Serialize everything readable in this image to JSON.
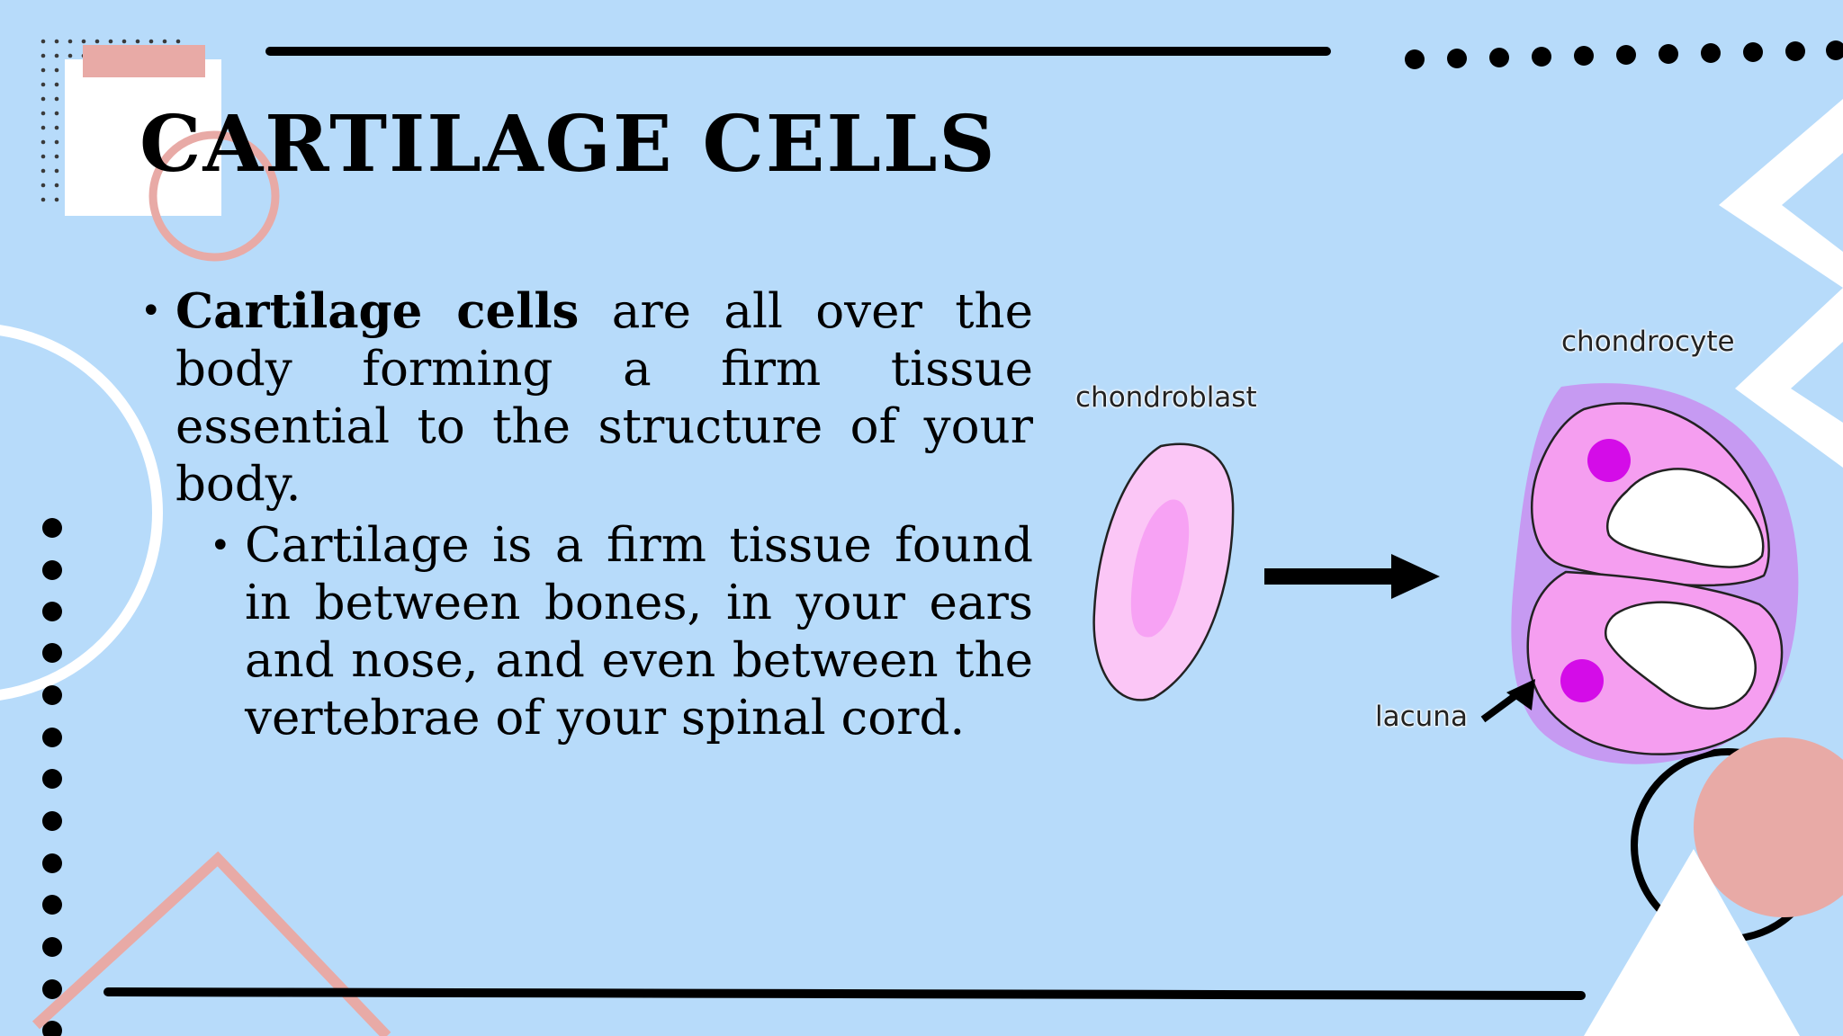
{
  "slide": {
    "title": "CARTILAGE CELLS",
    "bullets": [
      {
        "level": 1,
        "bold": "Cartilage cells",
        "text": " are all over the body forming a firm tissue essential to the structure of your body."
      },
      {
        "level": 2,
        "bold": "",
        "text": "Cartilage is a firm tissue found in between bones, in your ears and nose, and even between the vertebrae of your spinal cord."
      }
    ]
  },
  "diagram": {
    "labels": {
      "chondroblast": "chondroblast",
      "chondrocyte": "chondrocyte",
      "lacuna": "lacuna"
    }
  },
  "colors": {
    "background": "#b7dbfa",
    "accent_pink": "#e8aaa6",
    "cell_light": "#fbc6f6",
    "cell_mid": "#f7a2f4",
    "cell_purple": "#c69af2",
    "nucleus": "#d40ce8"
  },
  "icons": [
    "bullet-dot-icon",
    "arrow-right-icon",
    "arrow-pointer-icon"
  ]
}
